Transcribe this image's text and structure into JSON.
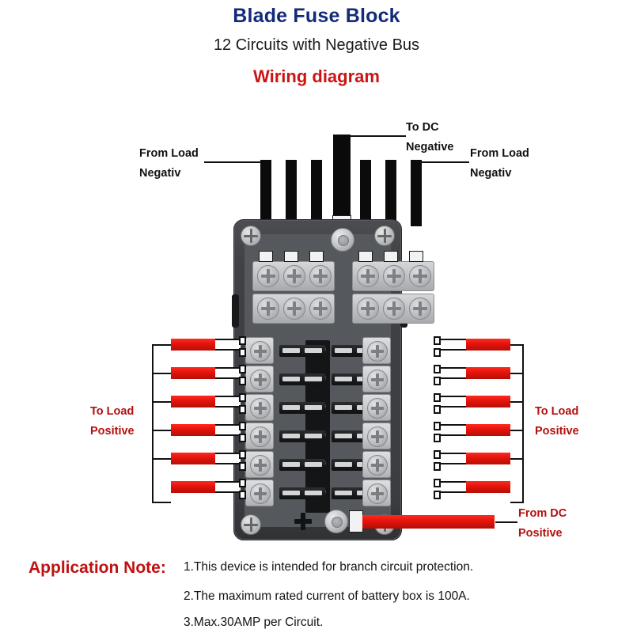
{
  "header": {
    "title": "Blade Fuse Block",
    "subtitle": "12 Circuits with Negative Bus",
    "diagram_label": "Wiring diagram"
  },
  "colors": {
    "title_blue": "#132a7a",
    "accent_red": "#cc1414",
    "label_red": "#b41010",
    "wire_red": "#e3140b",
    "wire_black": "#0b0b0b",
    "body_gray": "#3f4145",
    "led_red": "#e01b10"
  },
  "labels": {
    "top_left": {
      "line1": "From Load",
      "line2": "Negativ"
    },
    "top_center": {
      "line1": "To DC",
      "line2": "Negative"
    },
    "top_right": {
      "line1": "From Load",
      "line2": "Negativ"
    },
    "left_side": {
      "line1": "To Load",
      "line2": "Positive"
    },
    "right_side": {
      "line1": "To Load",
      "line2": "Positive"
    },
    "bottom_right": {
      "line1": "From DC",
      "line2": "Positive"
    }
  },
  "device": {
    "circuit_count": 12,
    "rows_per_side": 6,
    "negative_bus": {
      "screws_per_bar": 3,
      "bar_count": 4
    },
    "positive_terminal_marking": "+",
    "led_pairs": 6
  },
  "application_note": {
    "heading": "Application Note:",
    "items": [
      "1.This device is intended for branch circuit protection.",
      "2.The maximum rated current of battery box is 100A.",
      "3.Max.30AMP per Circuit."
    ]
  }
}
